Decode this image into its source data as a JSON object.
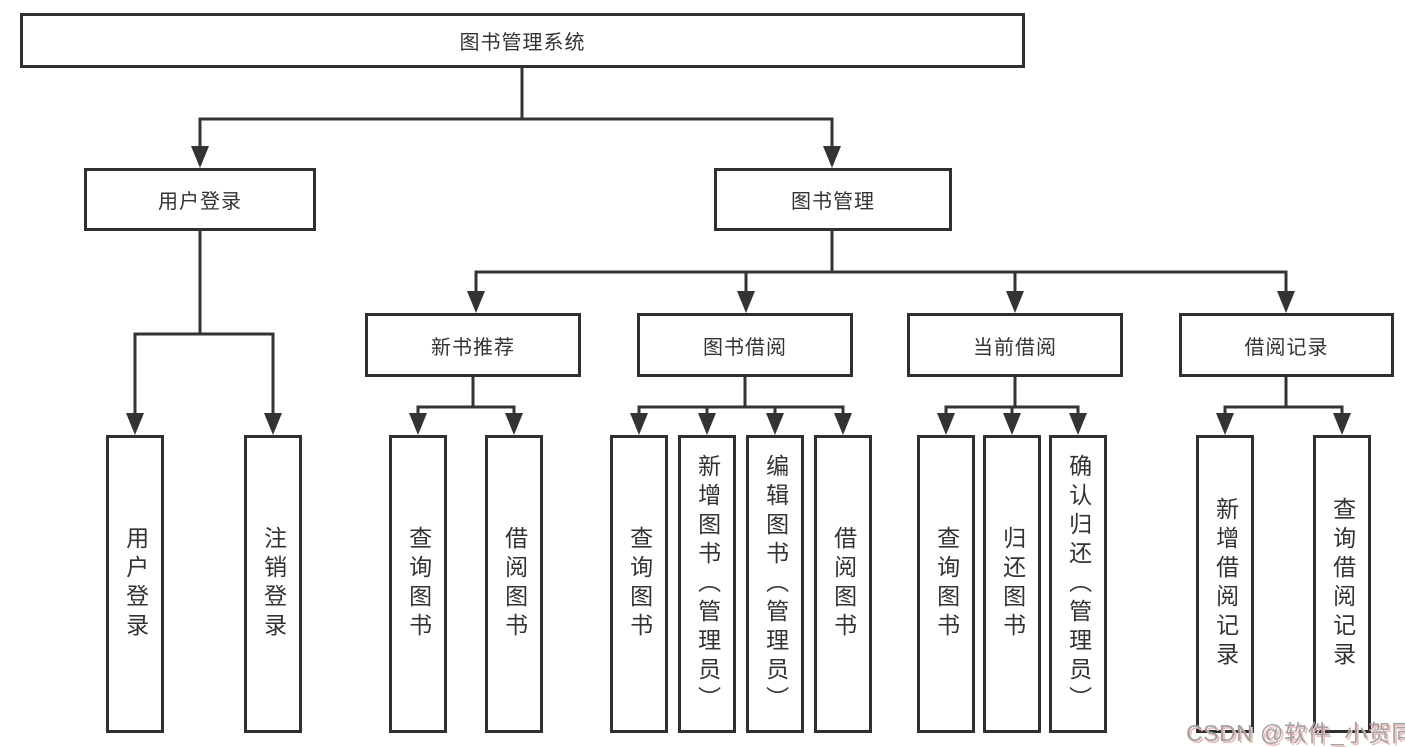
{
  "diagram_title": "图书管理系统",
  "colors": {
    "line": "#333333",
    "box_border": "#303030",
    "text": "#333333",
    "background": "#ffffff",
    "watermark_text": "#a2a2a2",
    "watermark_shadow": "#eebcba"
  },
  "watermark": {
    "text": "CSDN @软件_小贺同学"
  },
  "tree": {
    "label": "图书管理系统",
    "children": [
      {
        "label": "用户登录",
        "children": [
          {
            "label": "用户登录"
          },
          {
            "label": "注销登录"
          }
        ]
      },
      {
        "label": "图书管理",
        "children": [
          {
            "label": "新书推荐",
            "children": [
              {
                "label": "查询图书"
              },
              {
                "label": "借阅图书"
              }
            ]
          },
          {
            "label": "图书借阅",
            "children": [
              {
                "label": "查询图书"
              },
              {
                "label": "新增图书（管理员）"
              },
              {
                "label": "编辑图书（管理员）"
              },
              {
                "label": "借阅图书"
              }
            ]
          },
          {
            "label": "当前借阅",
            "children": [
              {
                "label": "查询图书"
              },
              {
                "label": "归还图书"
              },
              {
                "label": "确认归还（管理员）"
              }
            ]
          },
          {
            "label": "借阅记录",
            "children": [
              {
                "label": "新增借阅记录"
              },
              {
                "label": "查询借阅记录"
              }
            ]
          }
        ]
      }
    ]
  }
}
